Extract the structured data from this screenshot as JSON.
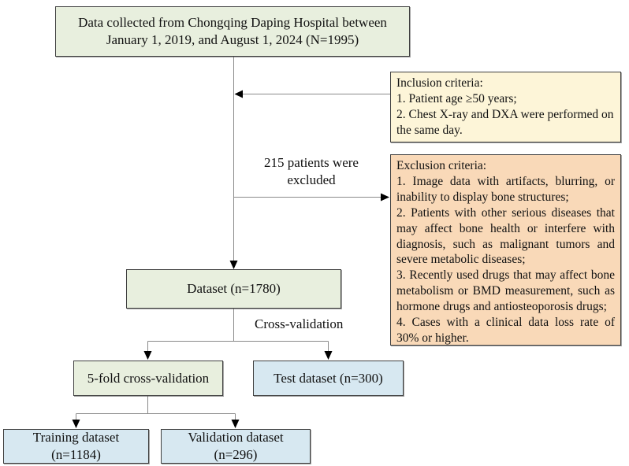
{
  "boxes": {
    "source": {
      "label": "Data collected from Chongqing Daping Hospital between January 1, 2019, and August 1, 2024 (N=1995)"
    },
    "inclusion": {
      "title": "Inclusion criteria:",
      "items": [
        "1. Patient age ≥50 years;",
        "2. Chest X-ray and DXA were performed on the same day."
      ]
    },
    "exclusion": {
      "title": "Exclusion criteria:",
      "items": [
        "1. Image data with artifacts, blurring, or inability to display bone structures;",
        "2. Patients with other serious diseases that may affect bone health or interfere with diagnosis, such as malignant tumors and severe metabolic diseases;",
        "3. Recently used drugs that may affect bone metabolism or BMD measurement, such as hormone drugs and antiosteoporosis drugs;",
        "4. Cases with a clinical data loss rate of 30% or higher."
      ]
    },
    "dataset": {
      "label": "Dataset (n=1780)"
    },
    "five_fold": {
      "label": "5-fold cross-validation"
    },
    "test": {
      "label": "Test dataset (n=300)"
    },
    "training": {
      "label": "Training dataset (n=1184)"
    },
    "validation": {
      "label": "Validation dataset (n=296)"
    }
  },
  "annotations": {
    "excluded": "215 patients were excluded",
    "cross_validation": "Cross-validation"
  },
  "colors": {
    "green": "#e8efde",
    "yellow": "#fdf5d8",
    "orange": "#f9d9b8",
    "blue": "#d7e8f1",
    "border": "#404040",
    "line": "#8a8a8a",
    "arrowhead": "#000000"
  }
}
